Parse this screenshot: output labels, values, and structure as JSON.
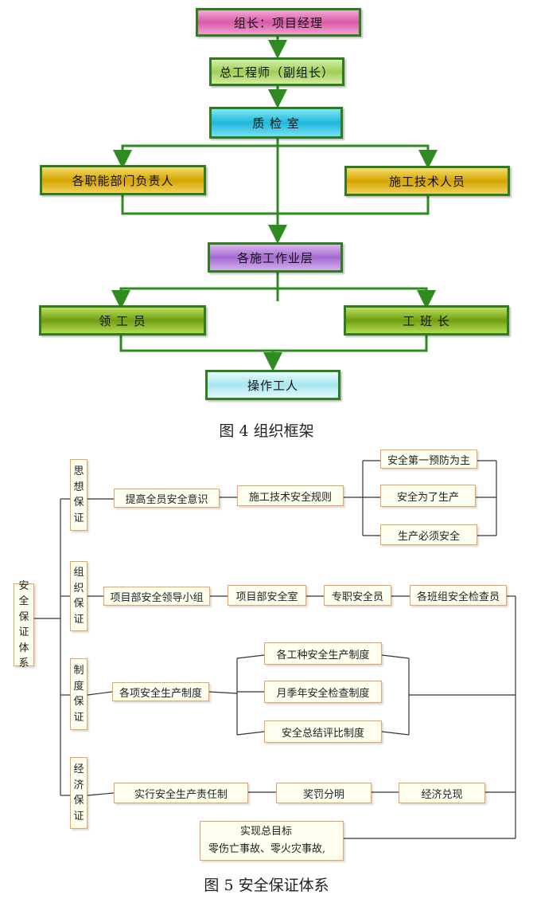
{
  "fig4": {
    "nodes": {
      "leader": "组长：项目经理",
      "chief_engineer": "总工程师（副组长）",
      "qc_room": "质 检 室",
      "dept_heads": "各职能部门负责人",
      "tech_staff": "施工技术人员",
      "work_layer": "各施工作业层",
      "foreman": "领 工 员",
      "team_leader": "工 班 长",
      "workers": "操作工人"
    },
    "caption": "图 4  组织框架"
  },
  "fig5": {
    "root": [
      "安",
      "全",
      "保",
      "证",
      "体",
      "系"
    ],
    "branches": [
      {
        "label": [
          "思",
          "想",
          "保",
          "证"
        ],
        "items": [
          "提高全员安全意识",
          "施工技术安全规则"
        ],
        "sub": [
          "安全第一预防为主",
          "安全为了生产",
          "生产必须安全"
        ]
      },
      {
        "label": [
          "组",
          "织",
          "保",
          "证"
        ],
        "items": [
          "项目部安全领导小组",
          "项目部安全室",
          "专职安全员",
          "各班组安全检查员"
        ]
      },
      {
        "label": [
          "制",
          "度",
          "保",
          "证"
        ],
        "items": [
          "各项安全生产制度"
        ],
        "sub": [
          "各工种安全生产制度",
          "月季年安全检查制度",
          "安全总结评比制度"
        ]
      },
      {
        "label": [
          "经",
          "济",
          "保",
          "证"
        ],
        "items": [
          "实行安全生产责任制",
          "奖罚分明",
          "经济兑现"
        ]
      }
    ],
    "goal": {
      "title": "实现总目标",
      "text": "零伤亡事故、零火灾事故,"
    },
    "caption": "图 5  安全保证体系"
  }
}
